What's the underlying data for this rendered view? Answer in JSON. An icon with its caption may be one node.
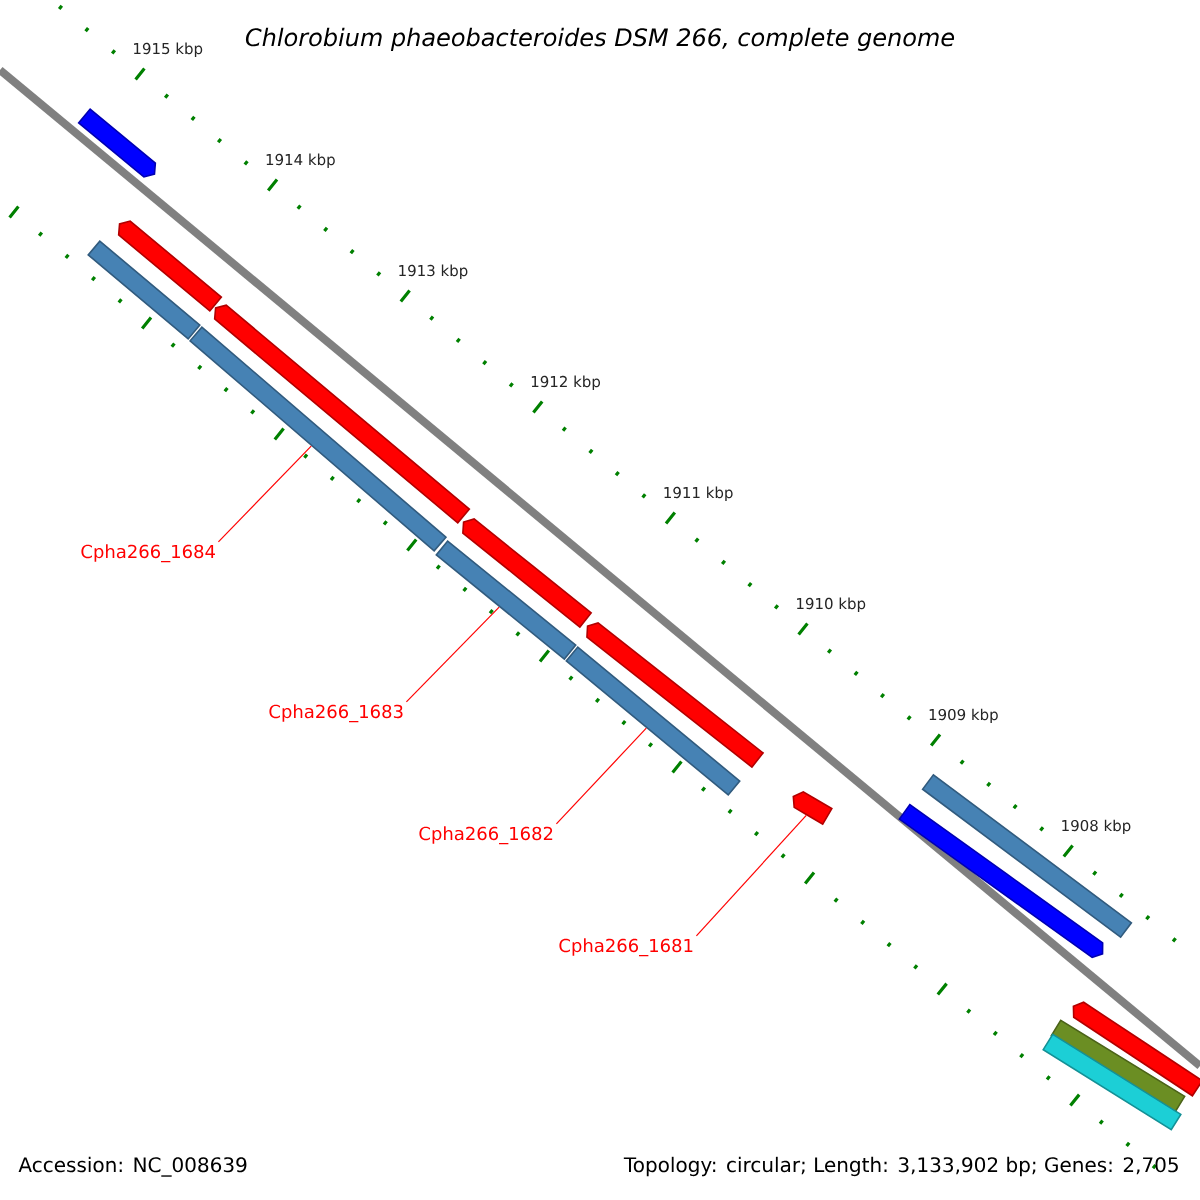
{
  "diagram": {
    "title": "*Chlorobium phaeobacteroides* DSM 266, complete genome",
    "nodes": [
      {
        "text": [],
        "shape": "arrow"
      },
      {
        "text": [],
        "shape": "arrow"
      },
      {
        "text": [],
        "shape": "arrow"
      },
      {
        "text": [],
        "shape": "arrow"
      },
      {
        "text": [],
        "shape": "arrow"
      },
      {
        "text": [],
        "shape": "bar"
      },
      {
        "text": [],
        "shape": "bar"
      },
      {
        "text": [],
        "shape": "bar"
      },
      {
        "text": [],
        "shape": "bar"
      },
      {
        "text": [],
        "shape": "arrow"
      },
      {
        "text": [],
        "shape": "bar"
      },
      {
        "text": [],
        "shape": "arrow"
      },
      {
        "text": [],
        "shape": "arrow"
      },
      {
        "text": [],
        "shape": "bar"
      },
      {
        "text": [],
        "shape": "bar"
      },
      {
        "text": [
          "Cpha266_1684"
        ]
      },
      {
        "text": [
          "Cpha266_1683"
        ]
      },
      {
        "text": [
          "Cpha266_1682"
        ]
      },
      {
        "text": [
          "Cpha266_1681"
        ]
      }
    ],
    "edges": [
      {
        "from": 15,
        "to": 6,
        "arrow": "none"
      },
      {
        "from": 16,
        "to": 7,
        "arrow": "none"
      },
      {
        "from": 17,
        "to": 8,
        "arrow": "none"
      },
      {
        "from": 18,
        "to": 9,
        "arrow": "none"
      }
    ],
    "labels": [
      "1915 kbp",
      "1914 kbp",
      "1913 kbp",
      "1912 kbp",
      "1911 kbp",
      "1910 kbp",
      "1909 kbp",
      "1908 kbp",
      "Accession: NC_008639",
      "Topology: circular; Length: 3,133,902 bp; Genes: 2,705"
    ]
  }
}
